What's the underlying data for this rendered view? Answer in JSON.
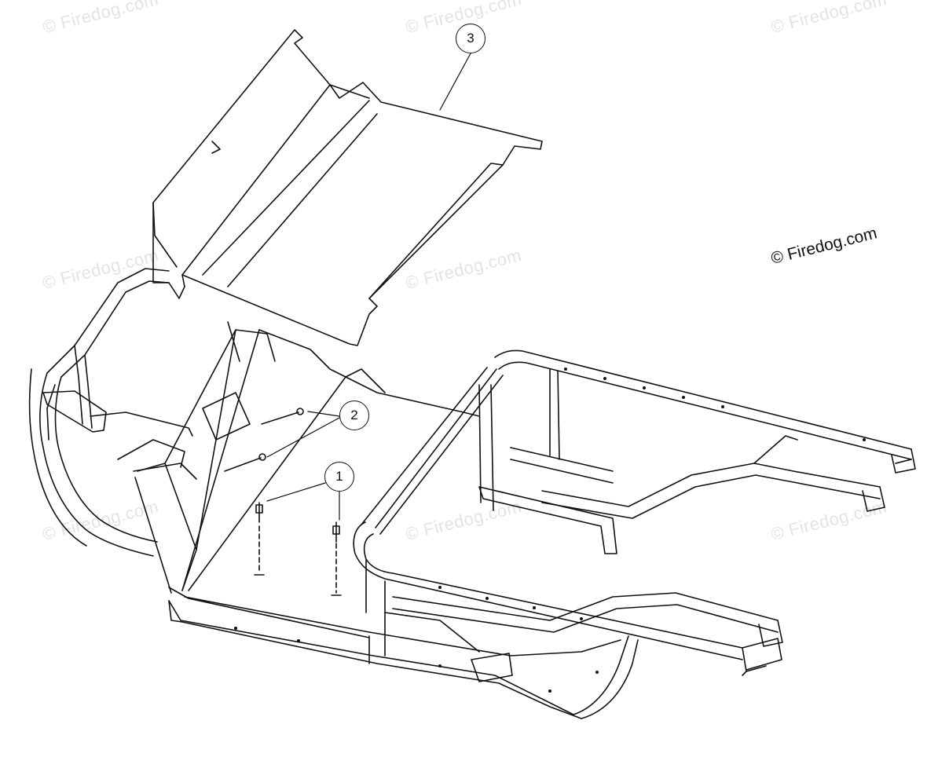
{
  "watermark": {
    "text": "© Firedog.com",
    "color": "#e3e3e3"
  },
  "copyright": "© Firedog.com",
  "callouts": [
    {
      "label": "1"
    },
    {
      "label": "2"
    },
    {
      "label": "3"
    }
  ],
  "colors": {
    "line": "#111111",
    "background": "#ffffff"
  }
}
